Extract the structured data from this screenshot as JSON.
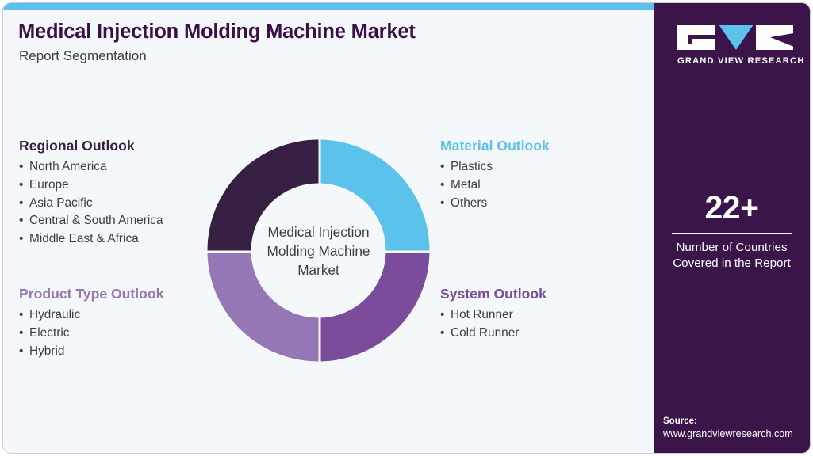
{
  "header": {
    "title": "Medical Injection Molding Machine Market",
    "subtitle": "Report Segmentation"
  },
  "brand": {
    "logo_text": "GRAND VIEW RESEARCH",
    "mark_g": "logo-letter-g",
    "mark_v": "logo-letter-v",
    "mark_r": "logo-letter-r"
  },
  "stat": {
    "value": "22+",
    "label_line1": "Number of Countries",
    "label_line2": "Covered in the Report"
  },
  "source": {
    "label": "Source:",
    "url": "www.grandviewresearch.com"
  },
  "colors": {
    "accent_blue": "#5bc2ec",
    "panel_purple": "#3b1549",
    "dark_purple": "#361f42",
    "mid_purple": "#7b4c9b",
    "light_purple": "#9477b4",
    "background": "#f4f8fb",
    "body_text": "#3c3c48"
  },
  "segments": [
    {
      "id": "regional",
      "title": "Regional Outlook",
      "color": "#361f42",
      "items": [
        "North America",
        "Europe",
        "Asia Pacific",
        "Central & South America",
        "Middle East & Africa"
      ]
    },
    {
      "id": "product",
      "title": "Product Type Outlook",
      "color": "#9477b4",
      "items": [
        "Hydraulic",
        "Electric",
        "Hybrid"
      ]
    },
    {
      "id": "material",
      "title": "Material Outlook",
      "color": "#5bc2ec",
      "items": [
        "Plastics",
        "Metal",
        "Others"
      ]
    },
    {
      "id": "system",
      "title": "System Outlook",
      "color": "#7b4c9b",
      "items": [
        "Hot Runner",
        "Cold Runner"
      ]
    }
  ],
  "donut": {
    "center_lines": [
      "Medical Injection",
      "Molding Machine",
      "Market"
    ]
  },
  "chart_data": {
    "type": "pie",
    "title": "Medical Injection Molding Machine Market",
    "subtitle": "Report Segmentation",
    "categories": [
      "Material Outlook",
      "System Outlook",
      "Product Type Outlook",
      "Regional Outlook"
    ],
    "values": [
      25,
      25,
      25,
      25
    ],
    "colors": [
      "#5bc2ec",
      "#7b4c9b",
      "#9477b4",
      "#361f42"
    ],
    "legend_position": "around-chart",
    "donut": true,
    "inner_radius_ratio": 0.6,
    "annotations": [
      "Medical Injection",
      "Molding Machine",
      "Market"
    ]
  }
}
